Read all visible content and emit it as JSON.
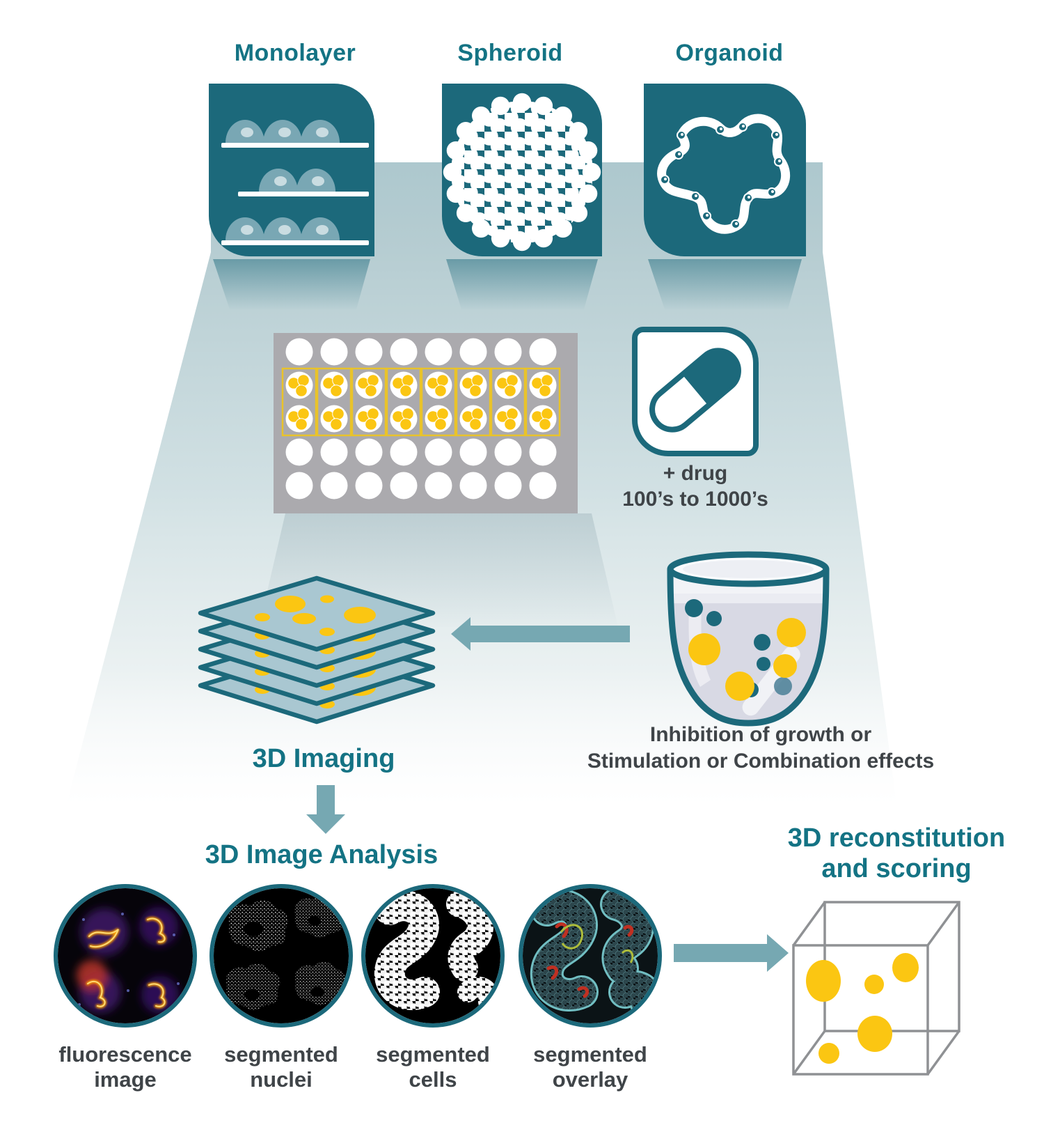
{
  "palette": {
    "teal": "#1C697B",
    "teal_text": "#147384",
    "arrow": "#76A8B2",
    "yellow": "#FBC612",
    "floor": "#AFC9CE",
    "plate_gray": "#ABAAAE",
    "dark_text": "#3F4448"
  },
  "culture_models": {
    "monolayer": "Monolayer",
    "spheroid": "Spheroid",
    "organoid": "Organoid"
  },
  "drug": {
    "line1": "+ drug",
    "line2": "100’s to 1000’s"
  },
  "effects_caption": {
    "line1": "Inhibition of growth or",
    "line2": "Stimulation or Combination effects"
  },
  "imaging": {
    "label": "3D Imaging"
  },
  "analysis": {
    "label": "3D Image Analysis",
    "items": [
      {
        "line1": "fluorescence",
        "line2": "image"
      },
      {
        "line1": "segmented",
        "line2": "nuclei"
      },
      {
        "line1": "segmented",
        "line2": "cells"
      },
      {
        "line1": "segmented",
        "line2": "overlay"
      }
    ]
  },
  "reconstitution": {
    "line1": "3D reconstitution",
    "line2": "and scoring"
  }
}
